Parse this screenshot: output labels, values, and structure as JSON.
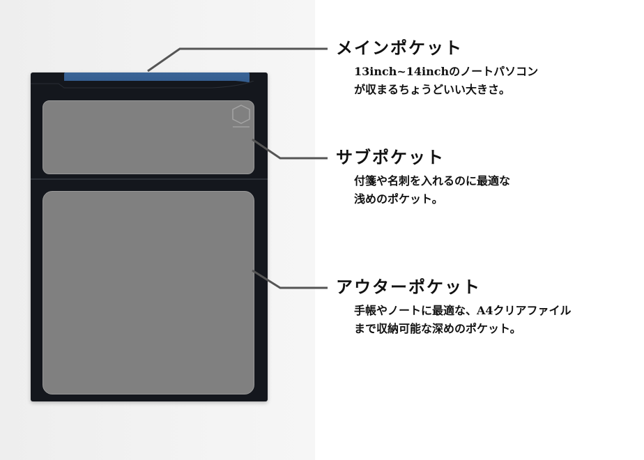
{
  "labels": {
    "main": {
      "title": "メインポケット",
      "line1": "13inch~14inchのノートパソコン",
      "line2": "が収まるちょうどいい大きさ。"
    },
    "sub": {
      "title": "サブポケット",
      "line1": "付箋や名刺を入れるのに最適な",
      "line2": "浅めのポケット。"
    },
    "outer": {
      "title": "アウターポケット",
      "line1": "手帳やノートに最適な、A4クリアファイル",
      "line2": "まで収納可能な深めのポケット。"
    }
  },
  "colors": {
    "case": "#14171d",
    "accent_blue": "#2c5486",
    "pocket_gray": "#808080",
    "leader_line": "#555555"
  }
}
